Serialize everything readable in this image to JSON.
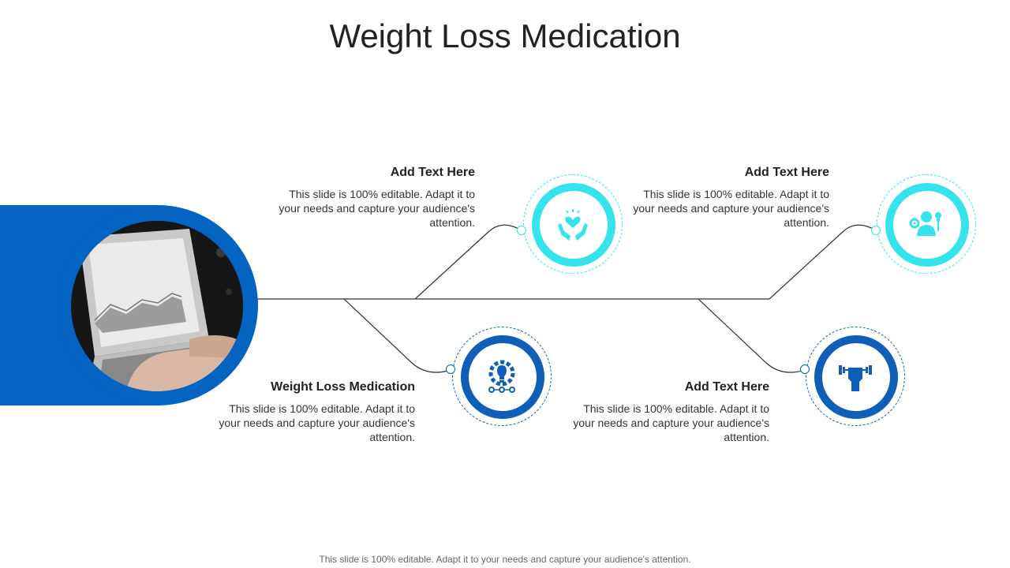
{
  "title": "Weight Loss Medication",
  "footer": "This slide is 100% editable. Adapt it to your needs and capture your audience's attention.",
  "colors": {
    "accent_blue": "#0563c1",
    "cyan": "#35e3ed",
    "navy": "#0f5fb8"
  },
  "items": [
    {
      "heading": "Add  Text Here",
      "body": "This slide is 100% editable. Adapt it to your needs and capture your audience's attention.",
      "icon": "heart-in-hands-icon"
    },
    {
      "heading": "Add  Text Here",
      "body": "This slide is 100% editable. Adapt it to your needs and capture your audience's attention.",
      "icon": "woman-with-gear-and-lightbulb-icon"
    },
    {
      "heading": "Weight Loss Medication",
      "body": "This slide is 100% editable. Adapt it to your needs and capture your audience's attention.",
      "icon": "gear-lightbulb-icon"
    },
    {
      "heading": "Add  Text Here",
      "body": "This slide is 100% editable. Adapt it to your needs and capture your audience's attention.",
      "icon": "dumbbell-fist-icon"
    }
  ]
}
